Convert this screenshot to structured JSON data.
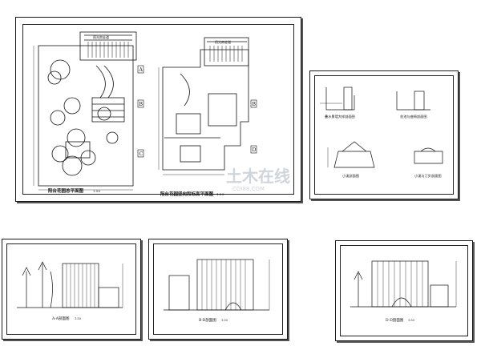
{
  "sheets": {
    "plan_overall": {
      "title": "阳台花园总平面图",
      "scale": "1:50"
    },
    "plan_vertical": {
      "title": "阳台花园竖向和标高平面图",
      "scale": "1:50"
    },
    "section_a": {
      "title": "A-A剖面图",
      "scale": "1:50"
    },
    "section_b": {
      "title": "B-B剖面图",
      "scale": "1:50"
    },
    "section_d": {
      "title": "D-D剖面图",
      "scale": "1:50"
    },
    "details": {
      "detail1": "叠水景墙大样剖面图",
      "detail2": "花池与座椅剖面图",
      "detail3": "小溪剖面图",
      "detail4": "小溪与汀步剖面图"
    }
  },
  "plan_labels": {
    "entry_top": "阳光房走道",
    "axis_a": "A",
    "axis_b": "B",
    "axis_c": "C",
    "axis_d": "D"
  },
  "watermark": {
    "cn": "土木在线",
    "en": "COI88.COM"
  },
  "colors": {
    "line": "#111111",
    "watermark": "#d9dde3"
  }
}
